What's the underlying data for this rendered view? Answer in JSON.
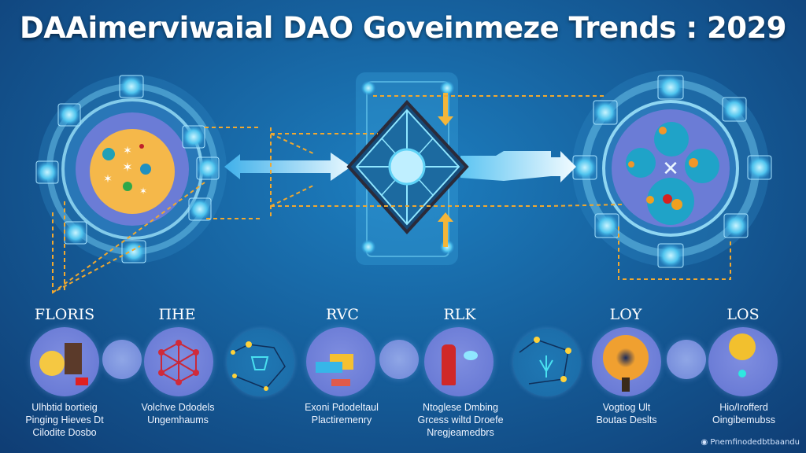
{
  "title": "DAAimerviwaial DAO Goveinmeze Trends : 2029",
  "diagram": {
    "left_hub": {
      "name": "left-governance-hub",
      "core_color": "#f5b84a",
      "ring_color": "#5dc8f0"
    },
    "center_node": {
      "name": "center-diamond-node",
      "color": "#8fe6ff"
    },
    "right_hub": {
      "name": "right-governance-hub",
      "core_color": "#5a70c8",
      "ring_color": "#5dc8f0"
    },
    "connector_color": "#f0a830",
    "arrow_color": "#7fd3ff"
  },
  "categories": [
    {
      "label": "FLORIS",
      "description": [
        "Ulhbtid bortieig",
        "Pinging Hieves Dt",
        "Cilodite Dosbo"
      ]
    },
    {
      "label": "ΠHE",
      "description": [
        "Volchve Ddodels",
        "Ungemhaums"
      ]
    },
    {
      "label": "RVC",
      "description": [
        "Exoni Pdodeltaul",
        "Plactiremenry"
      ]
    },
    {
      "label": "RLK",
      "description": [
        "Ntoglese Dmbing",
        "Grcess wiltd Droefe",
        "Nregjeamedbrs"
      ]
    },
    {
      "label": "LOY",
      "description": [
        "Vogtiog Ult",
        "Boutas Deslts"
      ]
    },
    {
      "label": "LOS",
      "description": [
        "Hio/Irofferd",
        "Oingibemubss"
      ]
    }
  ],
  "watermark": "Pnemfinodedbtbaandu"
}
